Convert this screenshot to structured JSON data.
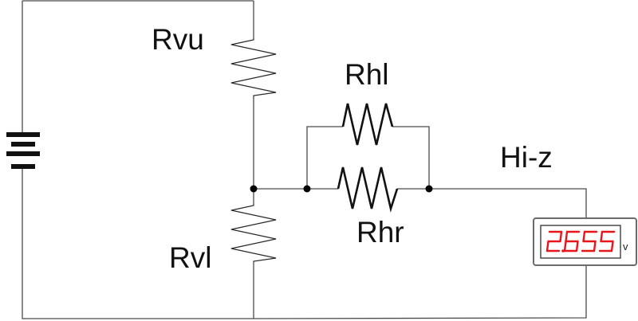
{
  "labels": {
    "rvu": "Rvu",
    "rhl": "Rhl",
    "rhr": "Rhr",
    "rvl": "Rvl",
    "meter": "Hi-z"
  },
  "meter": {
    "reading": "2.655",
    "unit": "V",
    "display_color": "#e8161b"
  }
}
